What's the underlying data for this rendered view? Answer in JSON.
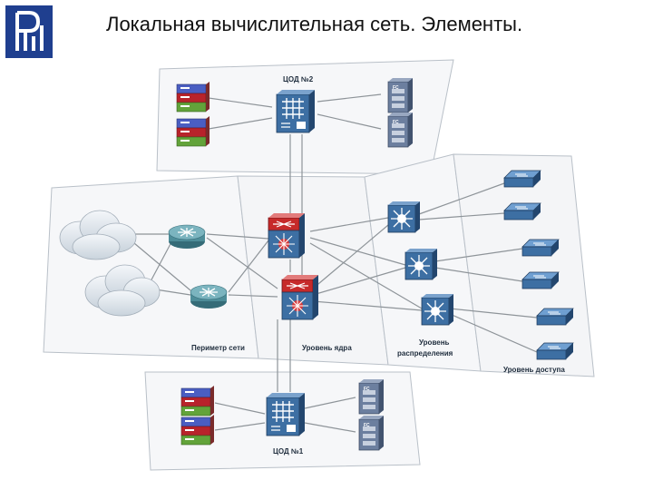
{
  "header": {
    "title": "Локальная вычислительная сеть. Элементы.",
    "logo_icon": "hse-logo-icon"
  },
  "diagram": {
    "dc2_label": "ЦОД №2",
    "dc1_label": "ЦОД №1",
    "perimeter_label": "Периметр сети",
    "core_label": "Уровень ядра",
    "distribution_label_line1": "Уровень",
    "distribution_label_line2": "распределения",
    "access_label": "Уровень доступа",
    "fc_label": "FC"
  },
  "colors": {
    "plane_fill": "#f6f7f9",
    "plane_stroke": "#b9c0c8",
    "link": "#8e9499",
    "switch_blue": "#3d6fa3",
    "core_red": "#c62a2a",
    "router_teal": "#4e8d99",
    "server_blue": "#4a5ec2",
    "server_red": "#b8232b",
    "server_green": "#62a33a",
    "storage": "#6c7f9f",
    "logo_blue": "#1f3f8f"
  }
}
